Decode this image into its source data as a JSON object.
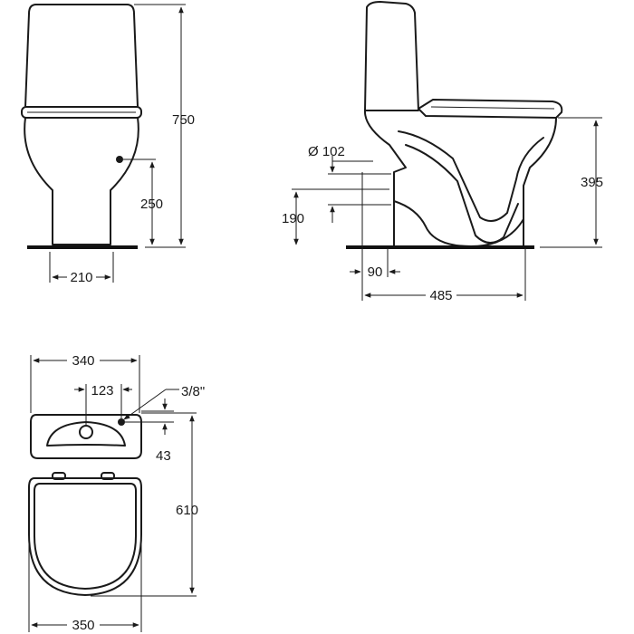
{
  "front_view": {
    "height_total": "750",
    "inlet_height": "250",
    "base_width": "210"
  },
  "side_view": {
    "outlet_diameter": "Ø 102",
    "outlet_height": "190",
    "seat_height": "395",
    "outlet_offset": "90",
    "depth": "485"
  },
  "top_view": {
    "tank_width": "340",
    "inlet_spacing": "123",
    "inlet_thread": "3/8\"",
    "inlet_depth": "43",
    "length": "610",
    "bowl_width": "350"
  }
}
